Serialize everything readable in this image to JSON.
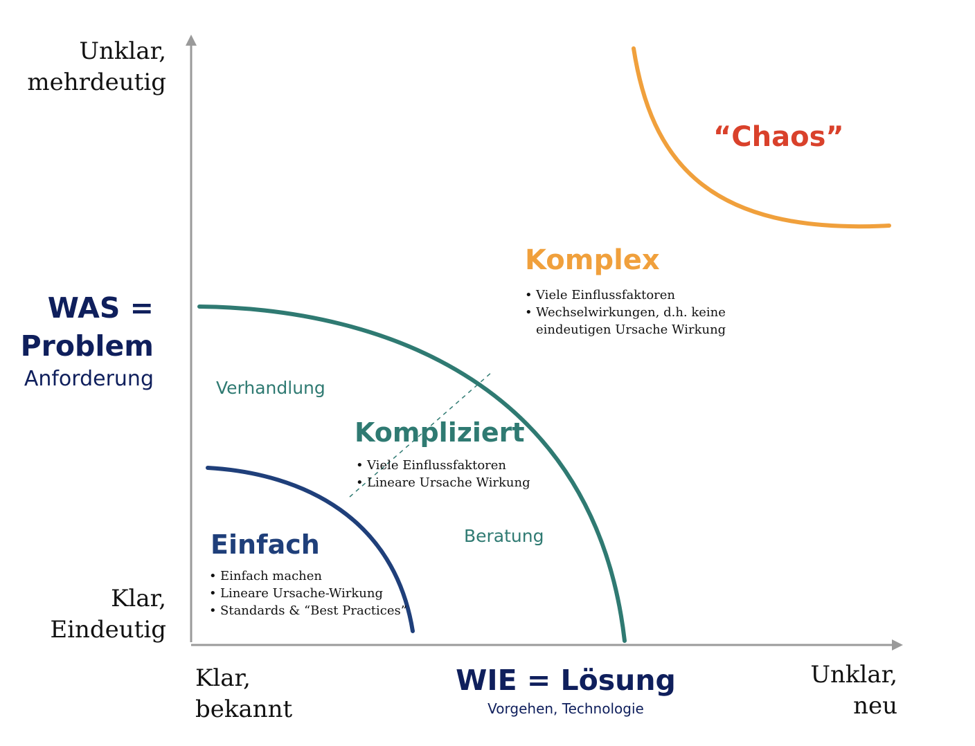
{
  "y_axis": {
    "top_label": [
      "Unklar,",
      "mehrdeutig"
    ],
    "bottom_label": [
      "Klar,",
      "Eindeutig"
    ],
    "title_line1": "WAS =",
    "title_line2": "Problem",
    "subtitle": "Anforderung"
  },
  "x_axis": {
    "left_label": [
      "Klar,",
      "bekannt"
    ],
    "right_label": [
      "Unklar,",
      "neu"
    ],
    "title": "WIE = Lösung",
    "subtitle": "Vorgehen, Technologie"
  },
  "regions": {
    "einfach": {
      "title": "Einfach",
      "bullets": [
        "Einfach machen",
        "Lineare Ursache-Wirkung",
        "Standards & “Best Practices”"
      ]
    },
    "kompliziert": {
      "title": "Kompliziert",
      "bullets": [
        "Viele Einflussfaktoren",
        "Lineare Ursache Wirkung"
      ]
    },
    "komplex": {
      "title": "Komplex",
      "bullets": [
        "Viele Einflussfaktoren",
        "Wechselwirkungen, d.h. keine",
        "eindeutigen Ursache Wirkung"
      ]
    },
    "chaos": {
      "title": "“Chaos”"
    }
  },
  "annotations": {
    "verhandlung": "Verhandlung",
    "beratung": "Beratung"
  },
  "colors": {
    "axis": "#9a9a9a",
    "einfach": "#1f3f7a",
    "kompliziert": "#2f7a72",
    "komplex": "#f0a03c",
    "chaos": "#d9412b",
    "navy": "#0f1f5c"
  }
}
